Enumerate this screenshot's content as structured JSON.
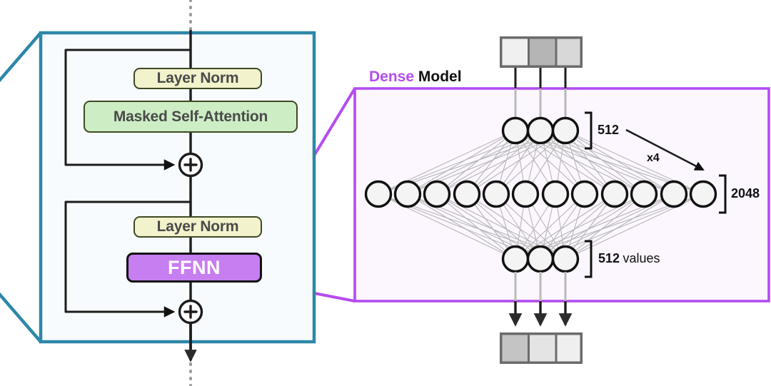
{
  "diagram": {
    "title": "Transformer decoder block expanded into a dense feed-forward network",
    "type": "architecture-diagram"
  },
  "transformer_block": {
    "panel_name": "transformer-block-panel",
    "border_color": "#2d87a8",
    "fill_color": "#f7fbfd",
    "stream_top_label": "",
    "blocks": [
      {
        "id": "layer-norm-1",
        "label": "Layer Norm",
        "fill": "#f2f2cc",
        "border": "#3d4a23",
        "text_color": "#4a4a4a"
      },
      {
        "id": "masked-self-attention",
        "label": "Masked Self-Attention",
        "fill": "#cdeec5",
        "border": "#3d4a23",
        "text_color": "#4a4a4a"
      },
      {
        "id": "add-1",
        "label": "+",
        "shape": "circle"
      },
      {
        "id": "layer-norm-2",
        "label": "Layer Norm",
        "fill": "#f2f2cc",
        "border": "#3d4a23",
        "text_color": "#4a4a4a"
      },
      {
        "id": "ffnn",
        "label": "FFNN",
        "fill": "#c77ef0",
        "border": "#111111",
        "text_color": "#ffffff"
      },
      {
        "id": "add-2",
        "label": "+",
        "shape": "circle"
      }
    ],
    "residual_count": 2,
    "add_symbol": "+"
  },
  "dense_model": {
    "panel_name": "dense-model-panel",
    "title_accent": "Dense",
    "title_plain": "Model",
    "accent_color": "#b44cf0",
    "border_color": "#b44cf0",
    "fill_color": "#fcf6ff",
    "input_vector": {
      "name": "input-token-vector",
      "cells": [
        "#f0f0f0",
        "#b5b5b5",
        "#d8d8d8"
      ],
      "border": "#6b6b6b"
    },
    "output_vector": {
      "name": "output-token-vector",
      "cells": [
        "#c4c4c4",
        "#e4e4e4",
        "#efefef"
      ],
      "border": "#6b6b6b"
    },
    "layers": [
      {
        "id": "input-layer",
        "node_count": 3,
        "size_label": "512",
        "size_suffix": ""
      },
      {
        "id": "hidden-layer",
        "node_count": 12,
        "size_label": "2048",
        "size_suffix": ""
      },
      {
        "id": "output-layer",
        "node_count": 3,
        "size_label": "512",
        "size_suffix": "values"
      }
    ],
    "expansion_label": "x4",
    "annotations": {
      "input_size": "512",
      "hidden_size": "2048",
      "output_size": "512",
      "output_size_suffix": "values",
      "expansion_factor": "x4"
    }
  },
  "connectors": {
    "zoom_link_color_left": "#2d87a8",
    "zoom_link_color_right": "#b44cf0"
  }
}
